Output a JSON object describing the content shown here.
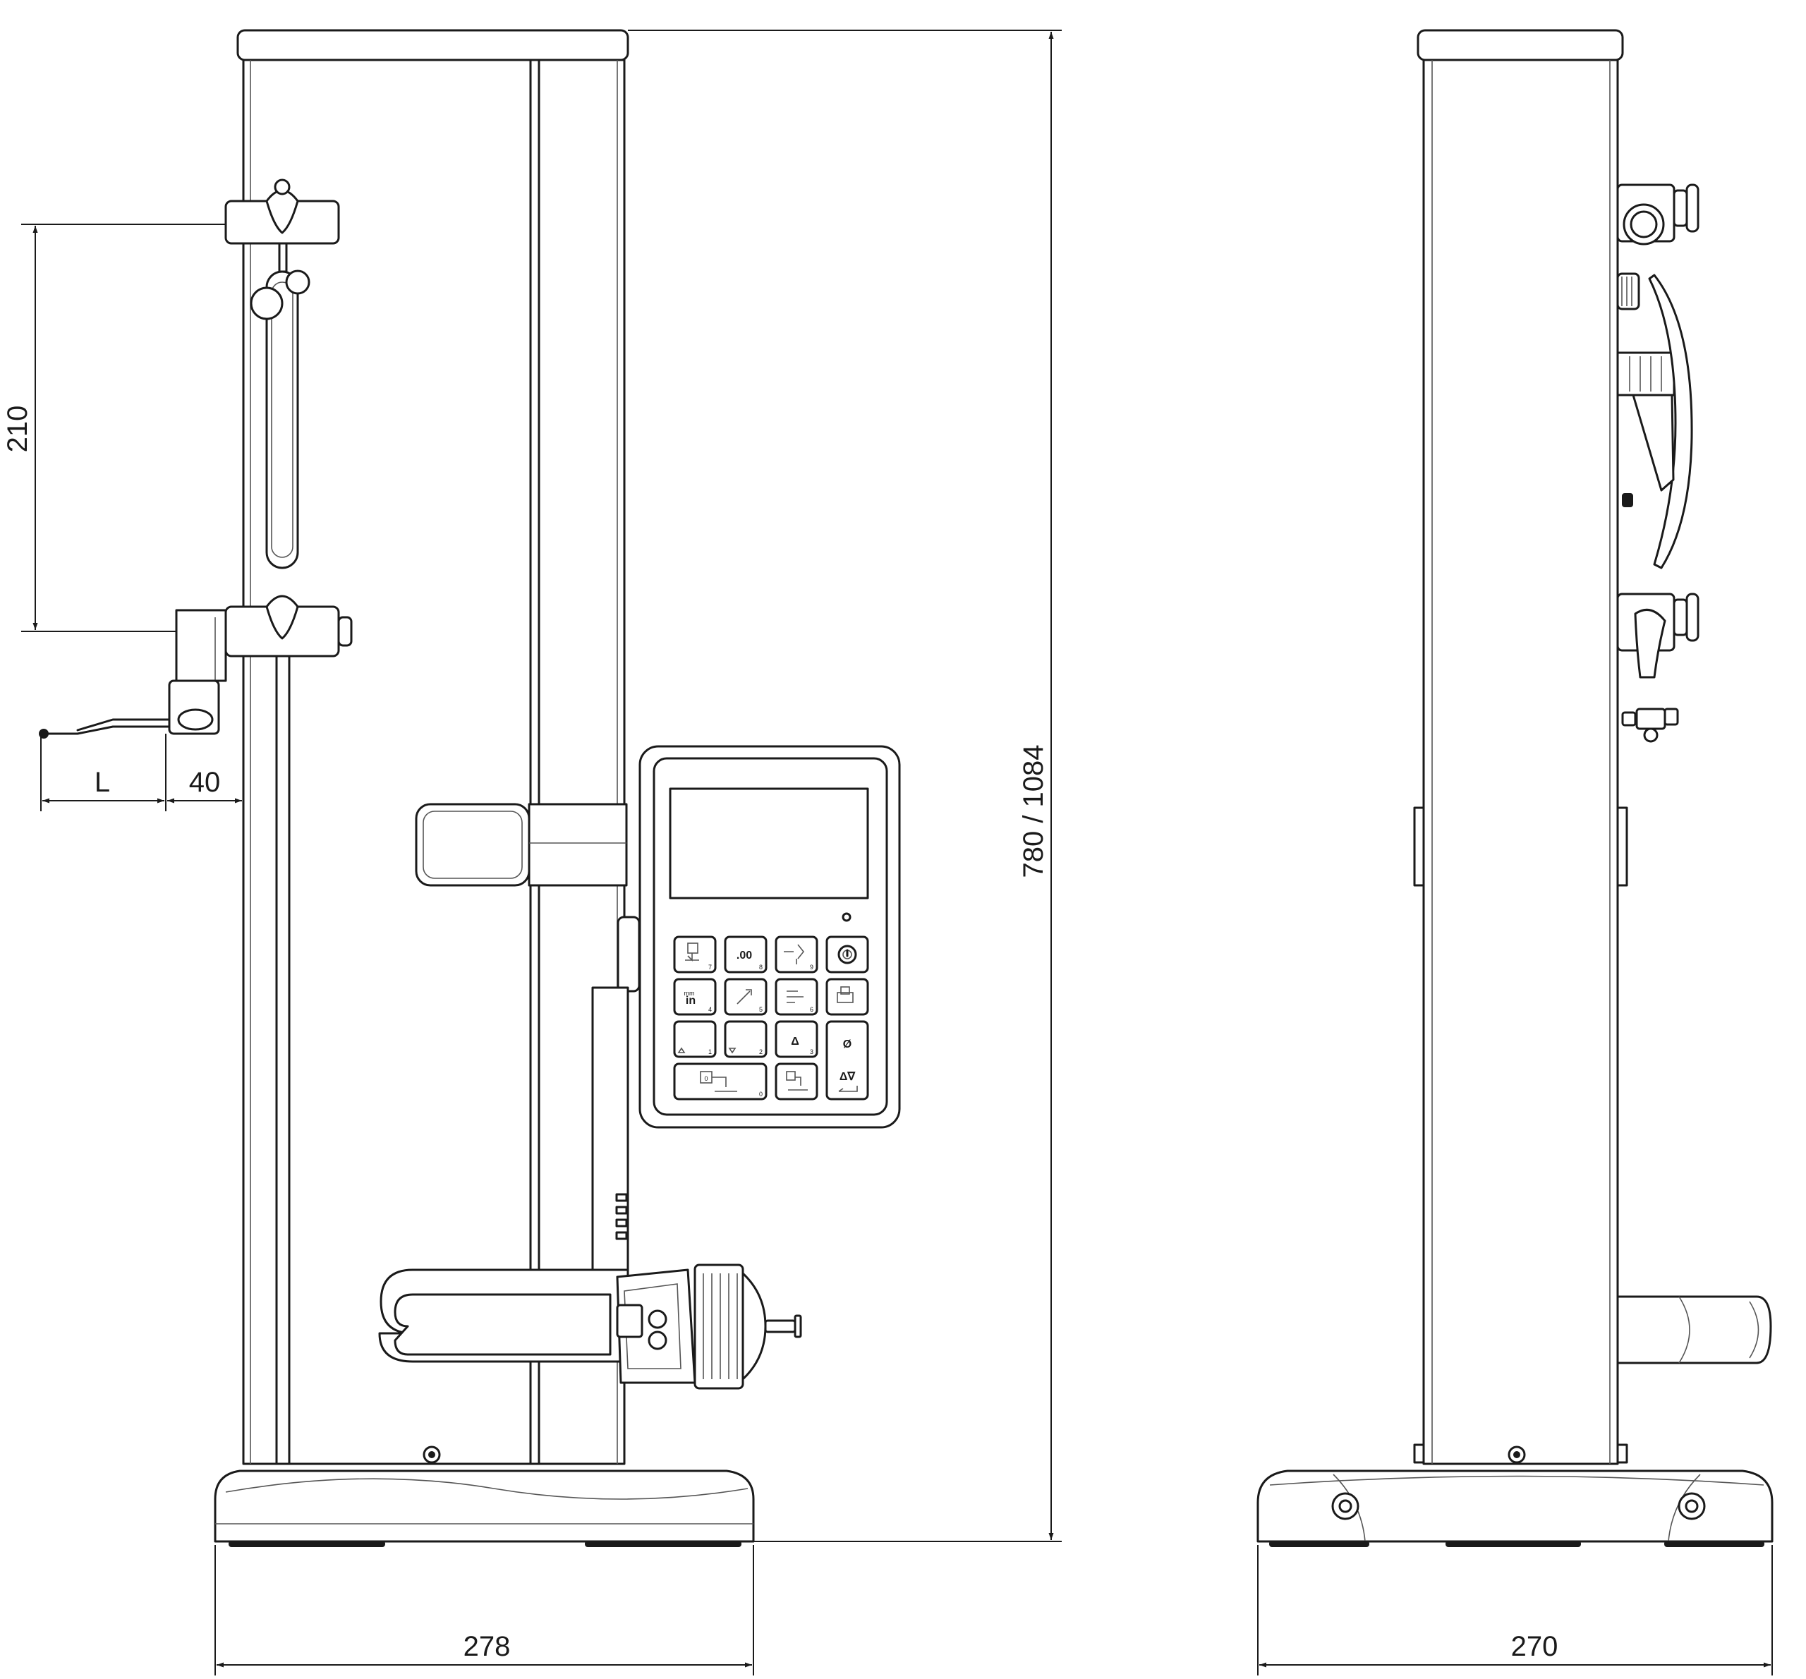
{
  "dimensions": {
    "width_front": "278",
    "width_side": "270",
    "height": "780 / 1084",
    "stylus_range": "210",
    "offset": "40",
    "length": "L"
  },
  "keypad": {
    "rows": [
      [
        {
          "icon": "zero-reference-icon",
          "num": "7"
        },
        {
          "icon": ".00",
          "num": "8"
        },
        {
          "icon": "probe-icon",
          "num": "9"
        },
        {
          "icon": "power-icon",
          "num": ""
        }
      ],
      [
        {
          "icon": "mm\nin",
          "num": "4"
        },
        {
          "icon": "angle-icon",
          "num": "5"
        },
        {
          "icon": "data-list-icon",
          "num": "6"
        },
        {
          "icon": "print-icon",
          "num": ""
        }
      ],
      [
        {
          "icon": "up-triangle-icon",
          "num": "1"
        },
        {
          "icon": "down-triangle-icon",
          "num": "2"
        },
        {
          "icon": "delta-icon",
          "num": "3"
        },
        {
          "icon": "diameter-icon",
          "num": ""
        }
      ],
      [
        {
          "icon": "preset-zero-icon",
          "num": "0"
        },
        {
          "icon": "transfer-icon",
          "num": ""
        },
        {
          "icon": "delta-nabla-enter-icon",
          "num": ""
        }
      ]
    ],
    "labels": {
      "decimal": ".00",
      "mm": "mm",
      "in": "in",
      "zero": "0",
      "delta": "Δ",
      "diameter": "Ø",
      "delta_nabla": "Δ∇"
    }
  }
}
